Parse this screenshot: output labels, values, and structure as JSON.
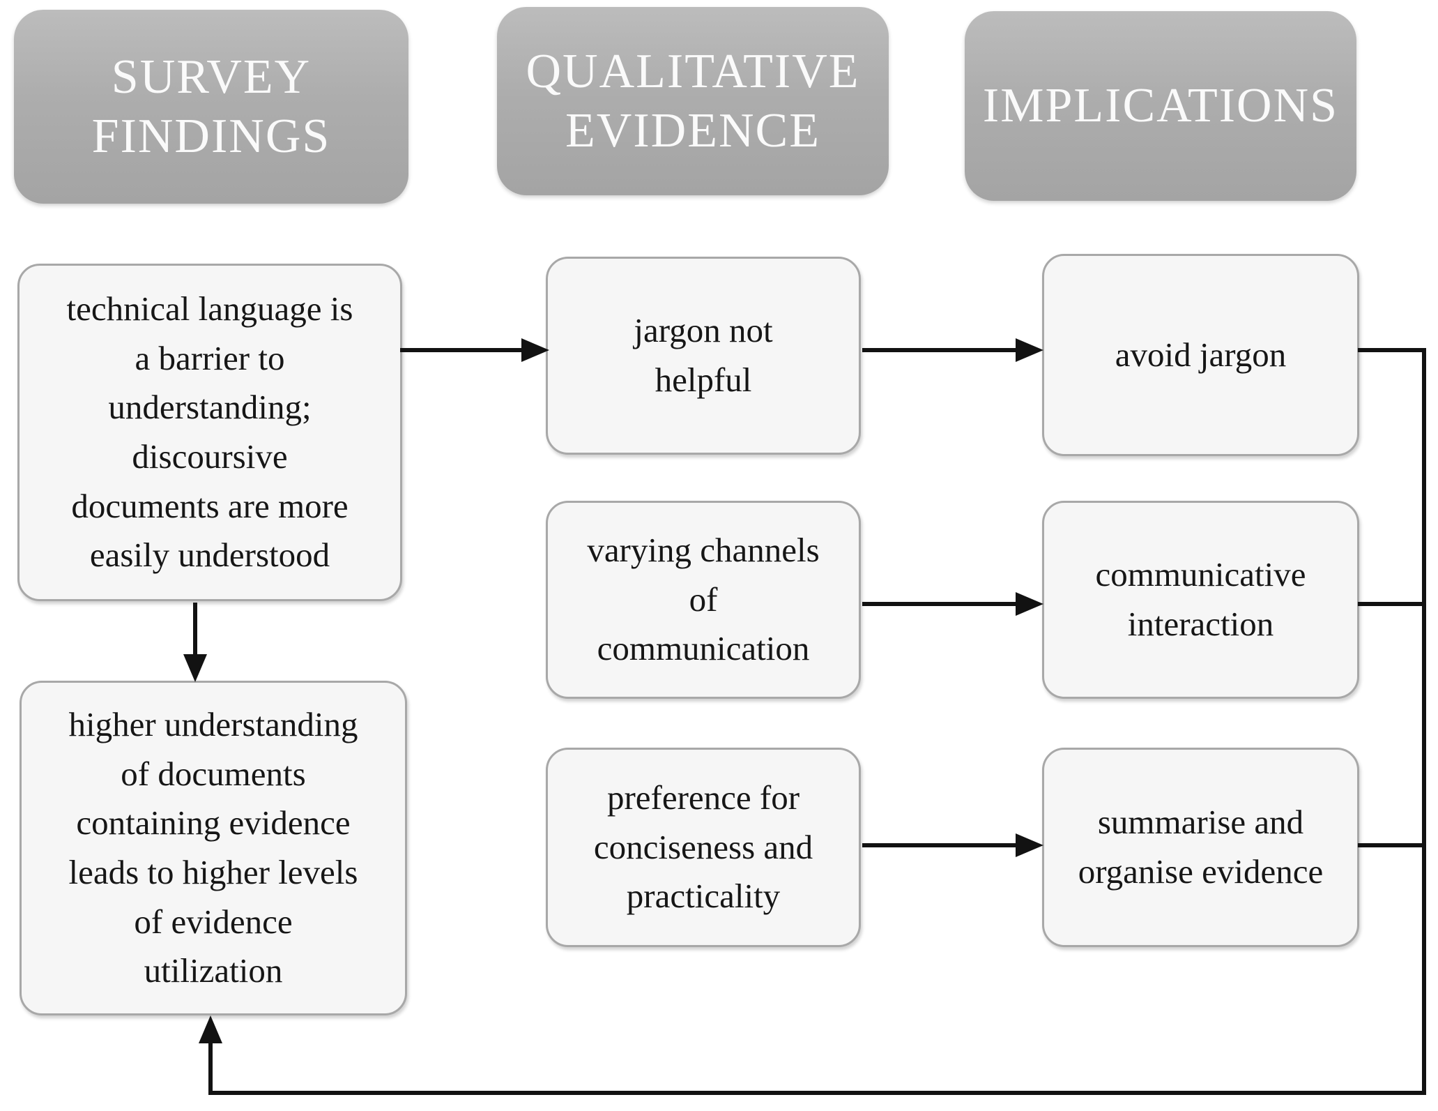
{
  "headers": {
    "survey": "SURVEY\nFINDINGS",
    "qualitative": "QUALITATIVE\nEVIDENCE",
    "implications": "IMPLICATIONS"
  },
  "nodes": {
    "survey_finding_1": "technical language is\na barrier to\nunderstanding;\ndiscoursive\ndocuments are more\neasily understood",
    "survey_finding_2": "higher understanding\nof documents\ncontaining evidence\nleads to higher levels\nof evidence\nutilization",
    "jargon_not_helpful": "jargon not\nhelpful",
    "varying_channels": "varying channels\nof\ncommunication",
    "preference_conciseness": "preference for\nconciseness and\npracticality",
    "avoid_jargon": "avoid jargon",
    "communicative_interaction": "communicative\ninteraction",
    "summarise_organise": "summarise and\norganise evidence"
  },
  "edges": [
    {
      "from": "survey_finding_1",
      "to": "jargon_not_helpful"
    },
    {
      "from": "survey_finding_1",
      "to": "survey_finding_2"
    },
    {
      "from": "jargon_not_helpful",
      "to": "avoid_jargon"
    },
    {
      "from": "varying_channels",
      "to": "communicative_interaction"
    },
    {
      "from": "preference_conciseness",
      "to": "summarise_organise"
    },
    {
      "from": "avoid_jargon",
      "to": "survey_finding_2"
    },
    {
      "from": "communicative_interaction",
      "to": "survey_finding_2"
    },
    {
      "from": "summarise_organise",
      "to": "survey_finding_2"
    }
  ],
  "colors": {
    "header_background": "#adadad",
    "header_text": "#fafafa",
    "node_background": "#f6f6f6",
    "node_border": "#a8a8a8",
    "node_text": "#161616",
    "connector": "#121212",
    "page_background": "#ffffff"
  }
}
